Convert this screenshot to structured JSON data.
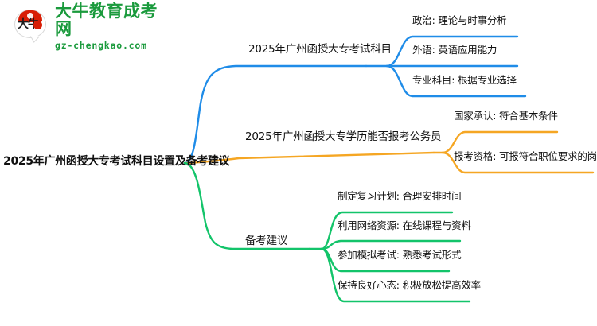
{
  "logo": {
    "mark_text": "大牛",
    "title": "大牛教育成考网",
    "domain": "gz-chengkao.com",
    "brand_color": "#1a9a3c",
    "accent_color": "#d81e06"
  },
  "mindmap": {
    "root": {
      "label": "2025年广州函授大专考试科目设置及备考建议"
    },
    "branches": [
      {
        "id": "exam-subjects",
        "label": "2025年广州函授大专考试科目",
        "color": "#1f8ce8",
        "children": [
          {
            "label": "政治: 理论与时事分析"
          },
          {
            "label": "外语: 英语应用能力"
          },
          {
            "label": "专业科目: 根据专业选择"
          }
        ]
      },
      {
        "id": "civil-service",
        "label": "2025年广州函授大专学历能否报考公务员",
        "color": "#f5a623",
        "children": [
          {
            "label": "国家承认: 符合基本条件"
          },
          {
            "label": "报考资格: 可报符合职位要求的岗位"
          }
        ]
      },
      {
        "id": "prep-advice",
        "label": "备考建议",
        "color": "#13c46a",
        "children": [
          {
            "label": "制定复习计划: 合理安排时间"
          },
          {
            "label": "利用网络资源: 在线课程与资料"
          },
          {
            "label": "参加模拟考试: 熟悉考试形式"
          },
          {
            "label": "保持良好心态: 积极放松提高效率"
          }
        ]
      }
    ]
  }
}
